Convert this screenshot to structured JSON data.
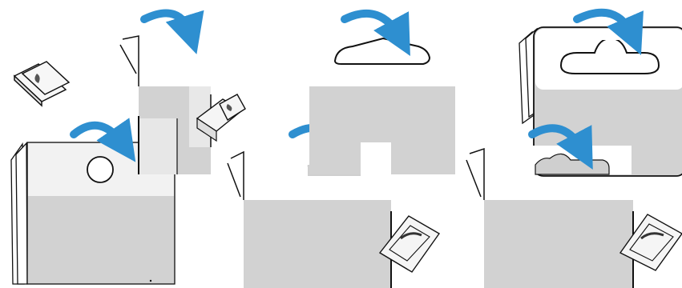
{
  "diagram": {
    "panels": [
      {
        "id": "round-hole-card",
        "shape": "round-hole"
      },
      {
        "id": "slot-card-small",
        "shape": "slot"
      },
      {
        "id": "hanger-card",
        "shape": "hanger"
      },
      {
        "id": "euro-slot-card-small",
        "shape": "euro-slot"
      },
      {
        "id": "euro-slot-card-large",
        "shape": "euro-slot"
      }
    ],
    "colors": {
      "card_fill": "#d2d2d2",
      "card_top": "#f2f2f2",
      "outline": "#111111",
      "arrow": "#2e8fd0",
      "background": "#ffffff"
    },
    "icons": [
      "curved-arrow-icon",
      "pegboard-hook-icon",
      "clip-strip-icon"
    ]
  }
}
